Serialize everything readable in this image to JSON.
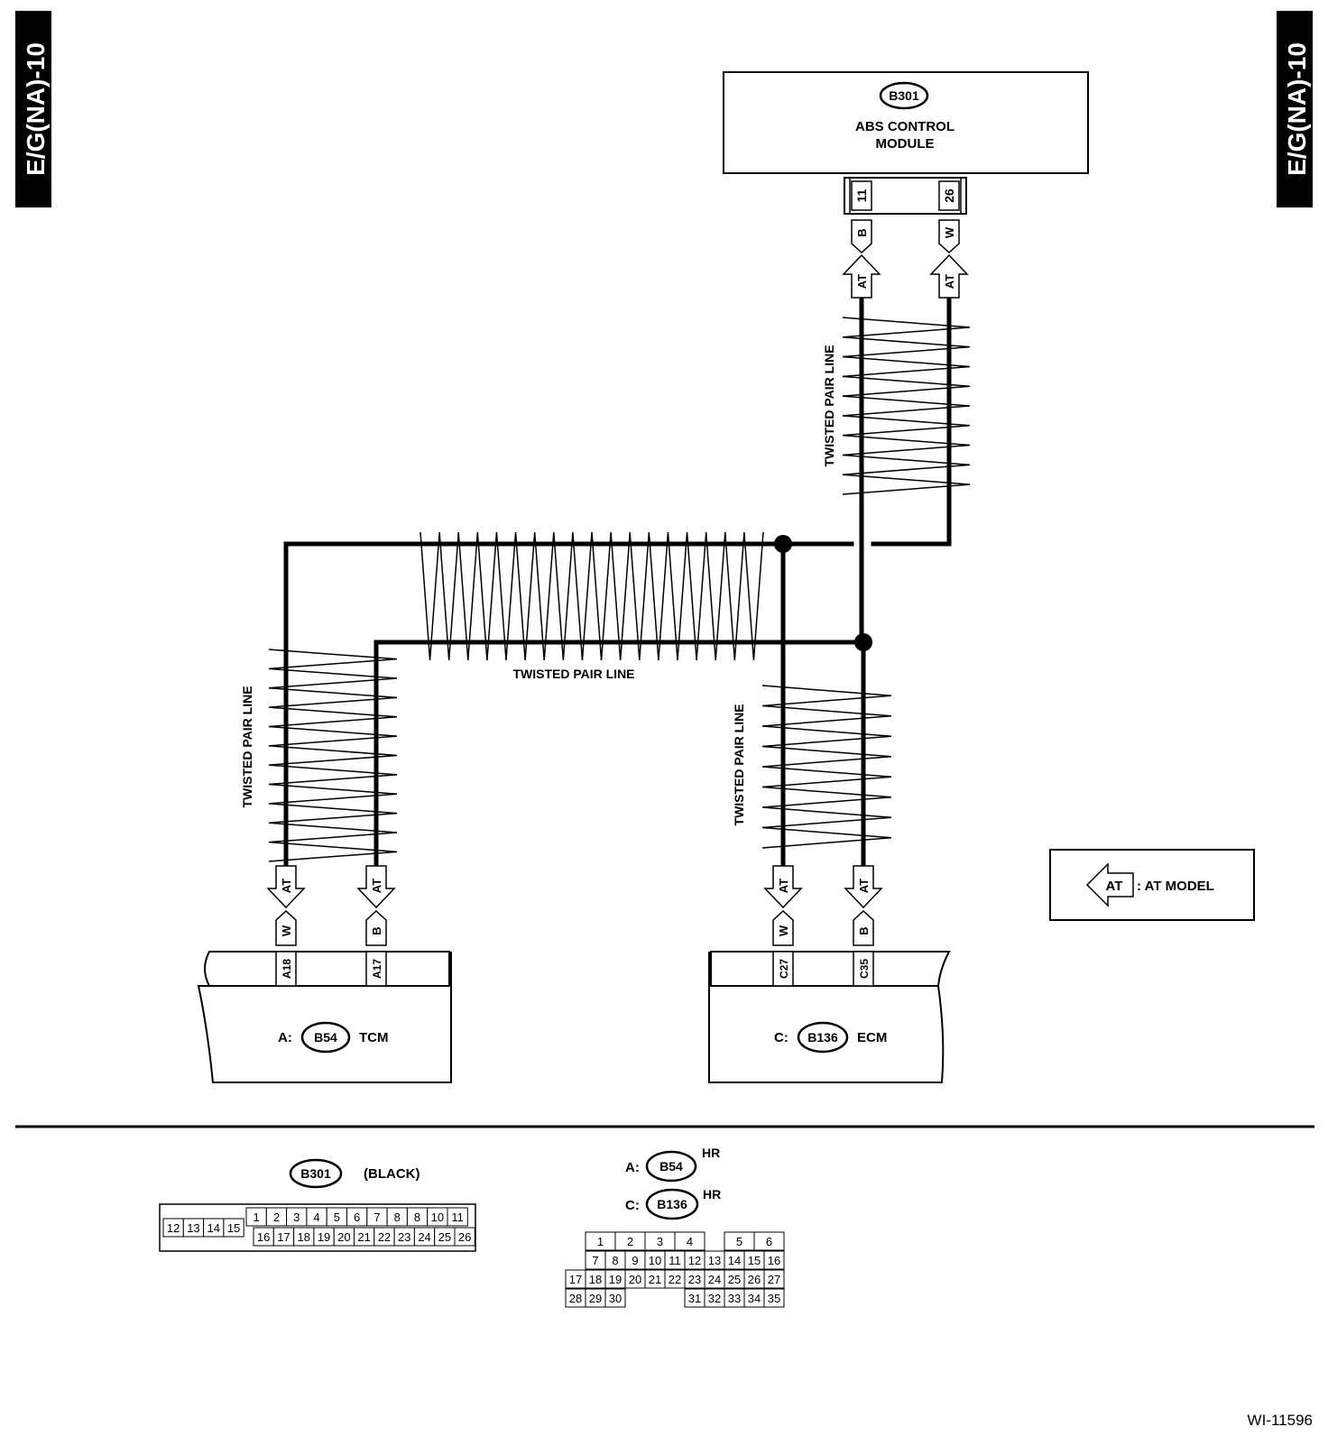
{
  "page": {
    "section_tag": "E/G(NA)-10",
    "figure_id": "WI-11596"
  },
  "abs_module": {
    "connector": "B301",
    "name_line1": "ABS CONTROL",
    "name_line2": "MODULE",
    "pins": [
      "11",
      "26"
    ],
    "wire_colors": [
      "B",
      "W"
    ]
  },
  "model_tag": "AT",
  "twisted_label": "TWISTED PAIR LINE",
  "tcm": {
    "prefix": "A:",
    "connector": "B54",
    "name": "TCM",
    "pins": [
      "A18",
      "A17"
    ],
    "wire_colors": [
      "W",
      "B"
    ]
  },
  "ecm": {
    "prefix": "C:",
    "connector": "B136",
    "name": "ECM",
    "pins": [
      "C27",
      "C35"
    ],
    "wire_colors": [
      "W",
      "B"
    ]
  },
  "legend": {
    "symbol": "AT",
    "text": ": AT MODEL"
  },
  "connector_b301": {
    "connector": "B301",
    "color": "(BLACK)",
    "top_row": [
      "1",
      "2",
      "3",
      "4",
      "5",
      "6",
      "7",
      "8",
      "8",
      "10",
      "11"
    ],
    "bottom_row": [
      "16",
      "17",
      "18",
      "19",
      "20",
      "21",
      "22",
      "23",
      "24",
      "25",
      "26"
    ],
    "left_block": [
      "12",
      "13",
      "14",
      "15"
    ]
  },
  "connector_b54_b136": {
    "a_prefix": "A:",
    "a_connector": "B54",
    "c_prefix": "C:",
    "c_connector": "B136",
    "superscript": "HR",
    "row1": [
      "1",
      "2",
      "3",
      "4",
      "",
      "5",
      "6"
    ],
    "row2": [
      "7",
      "8",
      "9",
      "10",
      "11",
      "12",
      "13",
      "14",
      "15",
      "16"
    ],
    "row3": [
      "17",
      "18",
      "19",
      "20",
      "21",
      "22",
      "23",
      "24",
      "25",
      "26",
      "27"
    ],
    "row4a": [
      "28",
      "29",
      "30"
    ],
    "row4b": [
      "31",
      "32",
      "33",
      "34",
      "35"
    ]
  }
}
